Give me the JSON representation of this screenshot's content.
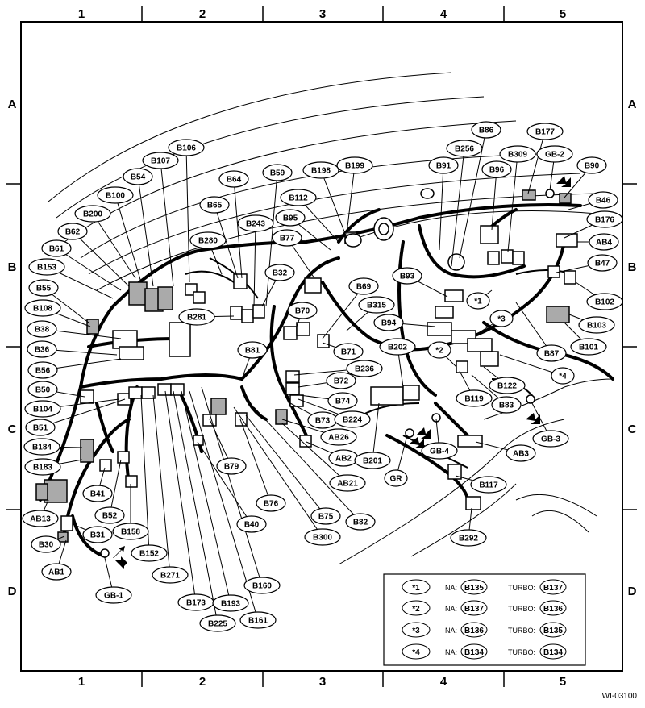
{
  "grid": {
    "cols": [
      "1",
      "2",
      "3",
      "4",
      "5"
    ],
    "rows": [
      "A",
      "B",
      "C",
      "D"
    ]
  },
  "figure_id": "WI-03100",
  "connectors": [
    {
      "id": "c-b106",
      "text": "B106"
    },
    {
      "id": "c-b107",
      "text": "B107"
    },
    {
      "id": "c-b54",
      "text": "B54"
    },
    {
      "id": "c-b100",
      "text": "B100"
    },
    {
      "id": "c-b200",
      "text": "B200"
    },
    {
      "id": "c-b62",
      "text": "B62"
    },
    {
      "id": "c-b61",
      "text": "B61"
    },
    {
      "id": "c-b153",
      "text": "B153"
    },
    {
      "id": "c-b55",
      "text": "B55"
    },
    {
      "id": "c-b108",
      "text": "B108"
    },
    {
      "id": "c-b38",
      "text": "B38"
    },
    {
      "id": "c-b36",
      "text": "B36"
    },
    {
      "id": "c-b56",
      "text": "B56"
    },
    {
      "id": "c-b50",
      "text": "B50"
    },
    {
      "id": "c-b104",
      "text": "B104"
    },
    {
      "id": "c-b51",
      "text": "B51"
    },
    {
      "id": "c-b184",
      "text": "B184"
    },
    {
      "id": "c-b183",
      "text": "B183"
    },
    {
      "id": "c-ab13",
      "text": "AB13"
    },
    {
      "id": "c-b30",
      "text": "B30"
    },
    {
      "id": "c-ab1",
      "text": "AB1"
    },
    {
      "id": "c-b31",
      "text": "B31"
    },
    {
      "id": "c-gb1",
      "text": "GB-1"
    },
    {
      "id": "c-b41",
      "text": "B41"
    },
    {
      "id": "c-b52",
      "text": "B52"
    },
    {
      "id": "c-b158",
      "text": "B158"
    },
    {
      "id": "c-b152",
      "text": "B152"
    },
    {
      "id": "c-b271",
      "text": "B271"
    },
    {
      "id": "c-b173",
      "text": "B173"
    },
    {
      "id": "c-b225",
      "text": "B225"
    },
    {
      "id": "c-b193",
      "text": "B193"
    },
    {
      "id": "c-b161",
      "text": "B161"
    },
    {
      "id": "c-b160",
      "text": "B160"
    },
    {
      "id": "c-b40",
      "text": "B40"
    },
    {
      "id": "c-b79",
      "text": "B79"
    },
    {
      "id": "c-b76",
      "text": "B76"
    },
    {
      "id": "c-b75",
      "text": "B75"
    },
    {
      "id": "c-b300",
      "text": "B300"
    },
    {
      "id": "c-b82",
      "text": "B82"
    },
    {
      "id": "c-b81",
      "text": "B81"
    },
    {
      "id": "c-b281",
      "text": "B281"
    },
    {
      "id": "c-b280",
      "text": "B280"
    },
    {
      "id": "c-b65",
      "text": "B65"
    },
    {
      "id": "c-b64",
      "text": "B64"
    },
    {
      "id": "c-b243",
      "text": "B243"
    },
    {
      "id": "c-b59",
      "text": "B59"
    },
    {
      "id": "c-b32",
      "text": "B32"
    },
    {
      "id": "c-b198",
      "text": "B198"
    },
    {
      "id": "c-b199",
      "text": "B199"
    },
    {
      "id": "c-b112",
      "text": "B112"
    },
    {
      "id": "c-b95",
      "text": "B95"
    },
    {
      "id": "c-b77",
      "text": "B77"
    },
    {
      "id": "c-b70",
      "text": "B70"
    },
    {
      "id": "c-b69",
      "text": "B69"
    },
    {
      "id": "c-b315",
      "text": "B315"
    },
    {
      "id": "c-b94",
      "text": "B94"
    },
    {
      "id": "c-b71",
      "text": "B71"
    },
    {
      "id": "c-b236",
      "text": "B236"
    },
    {
      "id": "c-b72",
      "text": "B72"
    },
    {
      "id": "c-b74",
      "text": "B74"
    },
    {
      "id": "c-b73",
      "text": "B73"
    },
    {
      "id": "c-b224",
      "text": "B224"
    },
    {
      "id": "c-ab26",
      "text": "AB26"
    },
    {
      "id": "c-ab2",
      "text": "AB2"
    },
    {
      "id": "c-ab21",
      "text": "AB21"
    },
    {
      "id": "c-b201",
      "text": "B201"
    },
    {
      "id": "c-gr",
      "text": "GR"
    },
    {
      "id": "c-gb4",
      "text": "GB-4"
    },
    {
      "id": "c-b202",
      "text": "B202"
    },
    {
      "id": "c-s2",
      "text": "*2"
    },
    {
      "id": "c-b119",
      "text": "B119"
    },
    {
      "id": "c-b83",
      "text": "B83"
    },
    {
      "id": "c-b122",
      "text": "B122"
    },
    {
      "id": "c-s4",
      "text": "*4"
    },
    {
      "id": "c-gb3",
      "text": "GB-3"
    },
    {
      "id": "c-ab3",
      "text": "AB3"
    },
    {
      "id": "c-b117",
      "text": "B117"
    },
    {
      "id": "c-b292",
      "text": "B292"
    },
    {
      "id": "c-b93",
      "text": "B93"
    },
    {
      "id": "c-s1",
      "text": "*1"
    },
    {
      "id": "c-s3",
      "text": "*3"
    },
    {
      "id": "c-b87",
      "text": "B87"
    },
    {
      "id": "c-b101",
      "text": "B101"
    },
    {
      "id": "c-b103",
      "text": "B103"
    },
    {
      "id": "c-b102",
      "text": "B102"
    },
    {
      "id": "c-b47",
      "text": "B47"
    },
    {
      "id": "c-ab4",
      "text": "AB4"
    },
    {
      "id": "c-b176",
      "text": "B176"
    },
    {
      "id": "c-b46",
      "text": "B46"
    },
    {
      "id": "c-b90",
      "text": "B90"
    },
    {
      "id": "c-gb2",
      "text": "GB-2"
    },
    {
      "id": "c-b177",
      "text": "B177"
    },
    {
      "id": "c-b309",
      "text": "B309"
    },
    {
      "id": "c-b96",
      "text": "B96"
    },
    {
      "id": "c-b86",
      "text": "B86"
    },
    {
      "id": "c-b256",
      "text": "B256"
    },
    {
      "id": "c-b91",
      "text": "B91"
    }
  ],
  "legend": {
    "na_label": "NA:",
    "turbo_label": "TURBO:",
    "rows": [
      {
        "mark": "*1",
        "na": "B135",
        "turbo": "B137"
      },
      {
        "mark": "*2",
        "na": "B137",
        "turbo": "B136"
      },
      {
        "mark": "*3",
        "na": "B136",
        "turbo": "B135"
      },
      {
        "mark": "*4",
        "na": "B134",
        "turbo": "B134"
      }
    ]
  }
}
